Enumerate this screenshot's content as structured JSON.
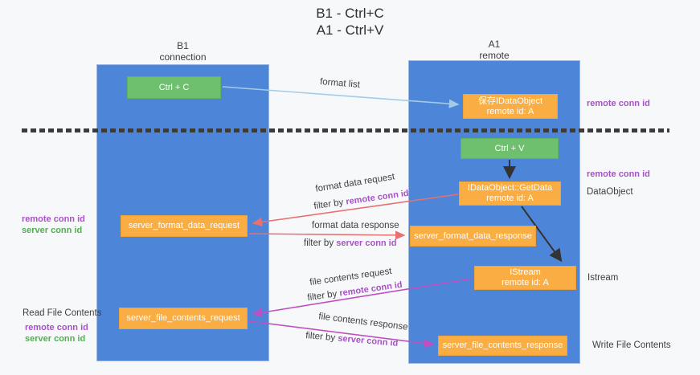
{
  "title": {
    "line1": "B1 - Ctrl+C",
    "line2": "A1 - Ctrl+V"
  },
  "lanes": {
    "left": {
      "header_line1": "B1",
      "header_line2": "connection"
    },
    "right": {
      "header_line1": "A1",
      "header_line2": "remote"
    }
  },
  "nodes": {
    "ctrl_c": "Ctrl + C",
    "ctrl_v": "Ctrl + V",
    "save_idataobject": {
      "line1": "保存IDataObject",
      "line2": "remote id: A"
    },
    "getdata": {
      "line1": "IDataObject::GetData",
      "line2": "remote id: A"
    },
    "istream": {
      "line1": "IStream",
      "line2": "remote id: A"
    },
    "server_format_data_request": "server_format_data_request",
    "server_format_data_response": "server_format_data_response",
    "server_file_contents_request": "server_file_contents_request",
    "server_file_contents_response": "server_file_contents_response"
  },
  "labels": {
    "format_list": "format list",
    "format_data_request": "format data request",
    "format_data_response": "format data response",
    "file_contents_request": "file contents request",
    "file_contents_response": "file contents response",
    "filter_by": "filter by ",
    "remote_conn_id": "remote conn id",
    "server_conn_id": "server conn id",
    "dataobject": "DataObject",
    "istream_side": "Istream",
    "read_file_contents": "Read File Contents",
    "write_file_contents": "Write File Contents"
  },
  "colors": {
    "lane_blue": "#4d86d8",
    "box_orange": "#f9ad42",
    "box_green": "#6ec06e",
    "arrow_light_blue": "#a3cbe8",
    "arrow_salmon": "#e97070",
    "arrow_magenta": "#c24fc2",
    "arrow_black": "#333333",
    "text_purple": "#a752c5",
    "text_green": "#53ad53",
    "background": "#f7f8fa"
  }
}
